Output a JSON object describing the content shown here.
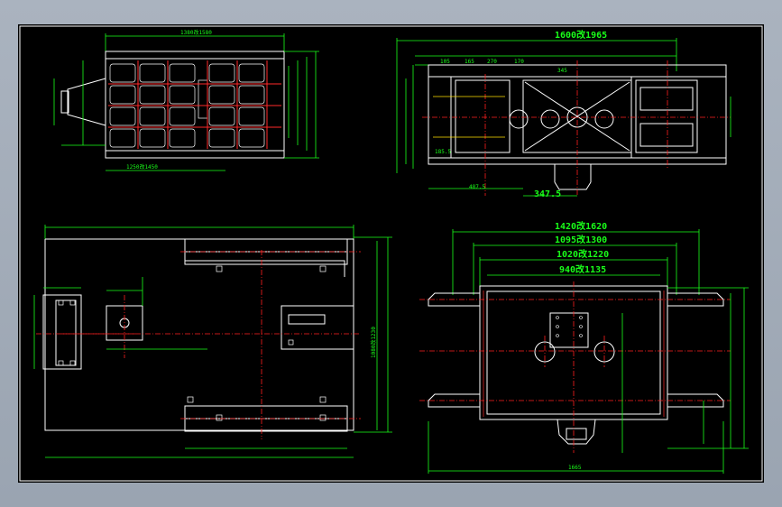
{
  "colors": {
    "background": "#000000",
    "frame": "#aab3bf",
    "outline": "#ffffff",
    "dimension": "#19ff19",
    "centerline": "#ff2020",
    "hidden": "#ffe000"
  },
  "views": {
    "top_left": {
      "dim_top": "1380改1580",
      "dim_bottom": "1250改1450"
    },
    "top_right": {
      "dim_top": "1600改1965",
      "dim_sub": [
        "105",
        "165",
        "270",
        "170",
        "345"
      ],
      "dim_left": "185.5",
      "dim_bottom_a": "487.5",
      "dim_bottom_b": "347.5"
    },
    "bottom_left": {
      "dim_right": "1080改1230"
    },
    "bottom_right": {
      "dim_1": "1420改1620",
      "dim_2": "1095改1300",
      "dim_3": "1020改1220",
      "dim_4": "940改1135",
      "dim_bottom": "1665"
    }
  }
}
